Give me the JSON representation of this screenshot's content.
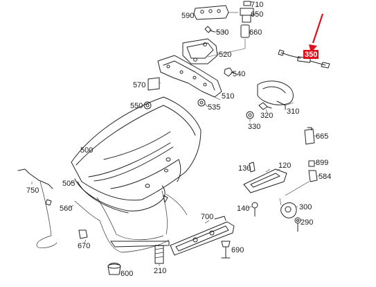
{
  "labels": {
    "p590": "590",
    "p710": "710",
    "p650": "650",
    "p660": "660",
    "p530": "530",
    "p520": "520",
    "p540": "540",
    "p570": "570",
    "p510": "510",
    "p550": "550",
    "p535": "535",
    "p350": "350",
    "p310": "310",
    "p320": "320",
    "p330": "330",
    "p665": "665",
    "p500": "500",
    "p130": "130",
    "p120": "120",
    "p899": "899",
    "p584": "584",
    "p750": "750",
    "p505": "505",
    "p560": "560",
    "p140": "140",
    "p300": "300",
    "p290": "290",
    "p700": "700",
    "p690": "690",
    "p670": "670",
    "p210": "210",
    "p600": "600"
  },
  "highlight": {
    "label": "350",
    "color": "#e0101a"
  }
}
